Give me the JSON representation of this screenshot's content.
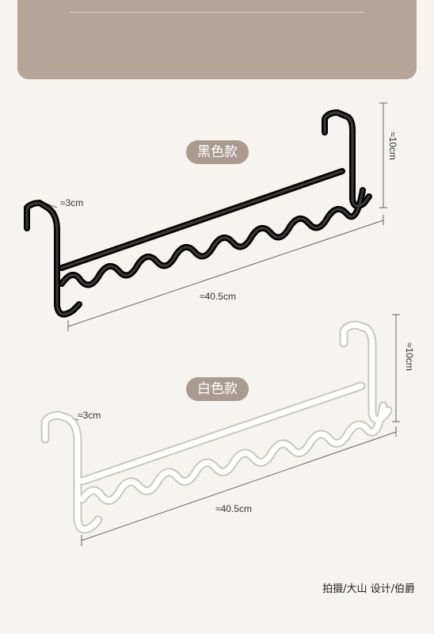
{
  "black_variant": {
    "label": "黑色款",
    "depth_label": "≈3cm",
    "height_label": "≈10cm",
    "length_label": "≈40.5cm",
    "hanger_color": "#1c1c1c"
  },
  "white_variant": {
    "label": "白色款",
    "depth_label": "≈3cm",
    "height_label": "≈10cm",
    "length_label": "≈40.5cm",
    "hanger_color": "#ffffff"
  },
  "credit": "拍摄/大山 设计/伯爵",
  "colors": {
    "background": "#f6f4f1",
    "banner": "#b4a597",
    "pill": "#a99b8f"
  }
}
